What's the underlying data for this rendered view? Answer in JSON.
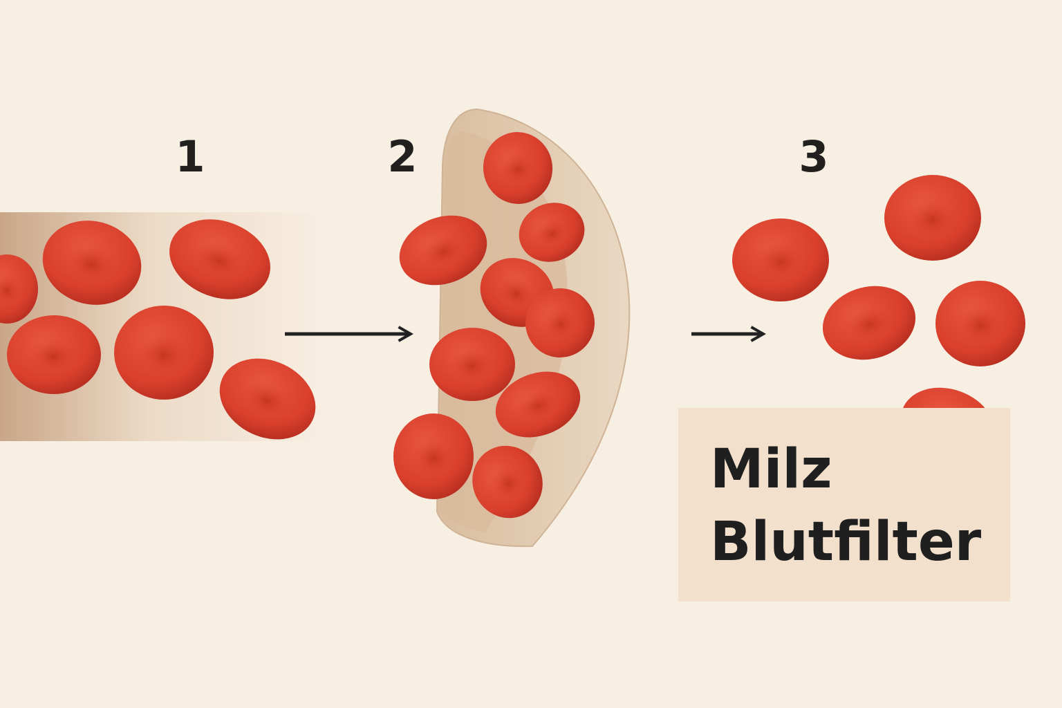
{
  "steps": [
    "1",
    "2",
    "3"
  ],
  "label": {
    "line1": "Milz",
    "line2": "Blutfilter"
  },
  "colors": {
    "background": "#f8efe3",
    "cell": "#d9412e",
    "spleen": "#e6cfb6",
    "label_box": "#f3e0cc",
    "text": "#22201f"
  }
}
